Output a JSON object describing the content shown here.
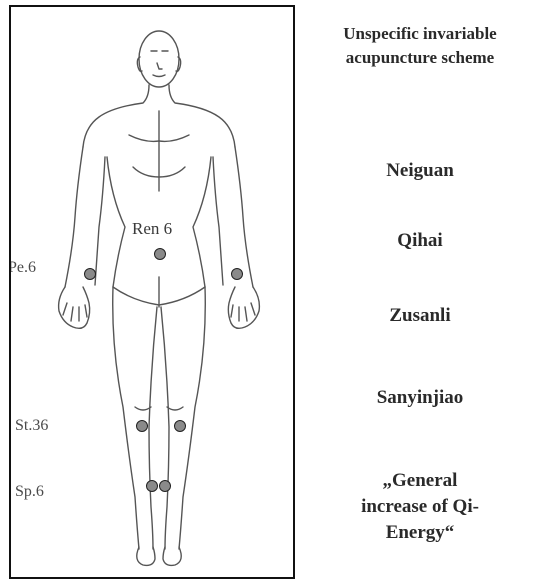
{
  "figure": {
    "labels": {
      "ren6": "Ren 6",
      "pe6": "Pe.6",
      "st36": "St.36",
      "sp6": "Sp.6"
    },
    "point_color": "#8a8a8a"
  },
  "scheme": {
    "title_line1": "Unspecific invariable",
    "title_line2": "acupuncture scheme",
    "points": [
      "Neiguan",
      "Qihai",
      "Zusanli",
      "Sanyinjiao"
    ],
    "effect_line1": "„General",
    "effect_line2": "increase of Qi-",
    "effect_line3": "Energy“"
  }
}
